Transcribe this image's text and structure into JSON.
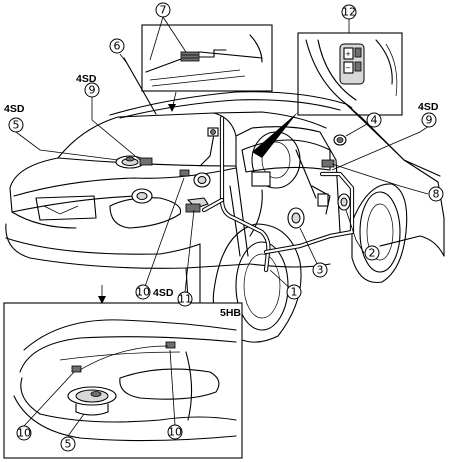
{
  "callouts": {
    "c1": "1",
    "c2": "2",
    "c3": "3",
    "c4": "4",
    "c5": "5",
    "c5b": "5",
    "c6": "6",
    "c7": "7",
    "c8": "8",
    "c9a": "9",
    "c9b": "9",
    "c10": "10",
    "c10b": "10",
    "c10c": "10",
    "c11": "11",
    "c12": "12"
  },
  "tags": {
    "t4sd_9left": "4SD",
    "t4sd_5": "4SD",
    "t4sd_9right": "4SD",
    "t4sd_10": "4SD",
    "t5hb": "5HB"
  }
}
